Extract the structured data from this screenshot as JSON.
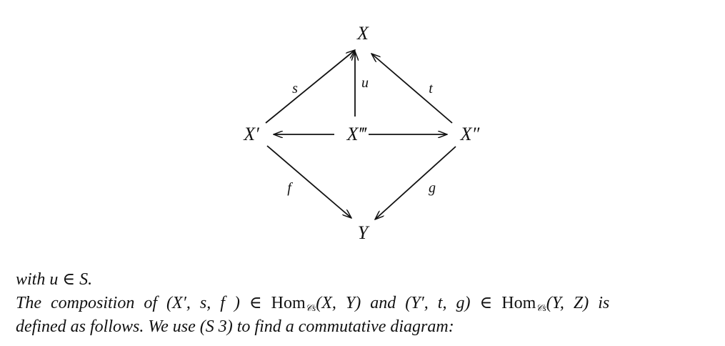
{
  "diagram": {
    "nodes": {
      "top": "X",
      "left": "X′",
      "center": "X‴",
      "right": "X″",
      "bottom": "Y"
    },
    "arrows": {
      "s": "s",
      "u": "u",
      "t": "t",
      "f": "f",
      "g": "g"
    }
  },
  "text": {
    "line1": "with u ∈ S.",
    "line2": {
      "part1": "The composition of (X′, s, f ) ∈ ",
      "hom1": "Hom",
      "sub1": "𝒞s",
      "part2": "(X, Y)  and  (Y′, t, g) ∈ ",
      "hom2": "Hom",
      "sub2": "𝒞s",
      "part3": "(Y, Z)  is"
    },
    "line3": "defined as follows. We use (S 3) to find a commutative diagram:"
  }
}
